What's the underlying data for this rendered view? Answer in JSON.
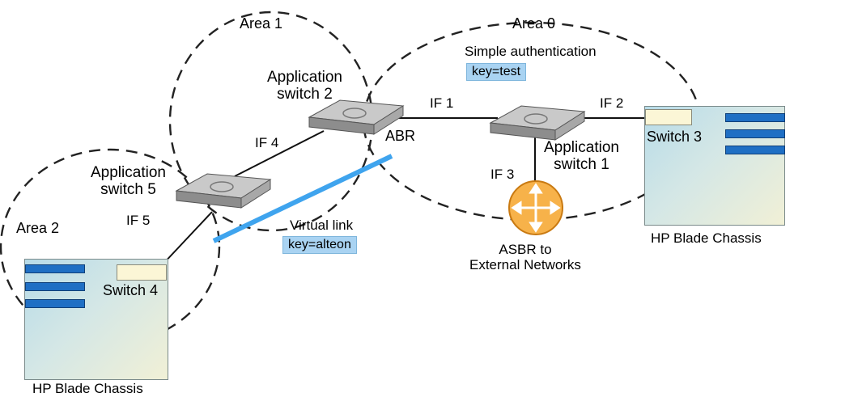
{
  "areas": {
    "area0": "Area 0",
    "area1": "Area 1",
    "area2": "Area 2"
  },
  "auth": {
    "simple_auth": "Simple authentication",
    "key_test": "key=test",
    "virtual_link": "Virtual link",
    "key_alteon": "key=alteon"
  },
  "interfaces": {
    "if1": "IF 1",
    "if2": "IF 2",
    "if3": "IF 3",
    "if4": "IF 4",
    "if5": "IF 5"
  },
  "switches": {
    "app2": "Application\nswitch 2",
    "app1": "Application\nswitch 1",
    "app5": "Application\nswitch 5",
    "abr": "ABR",
    "asbr": "ASBR to\nExternal Networks"
  },
  "chassis": {
    "left_switch": "Switch 4",
    "left_label": "HP Blade Chassis",
    "right_switch": "Switch 3",
    "right_label": "HP Blade Chassis"
  },
  "colors": {
    "virtual_link": "#3fa4ee",
    "router_fill": "#f7b24a",
    "key_box": "#a9d3f2",
    "slot": "#1f6fc4"
  }
}
